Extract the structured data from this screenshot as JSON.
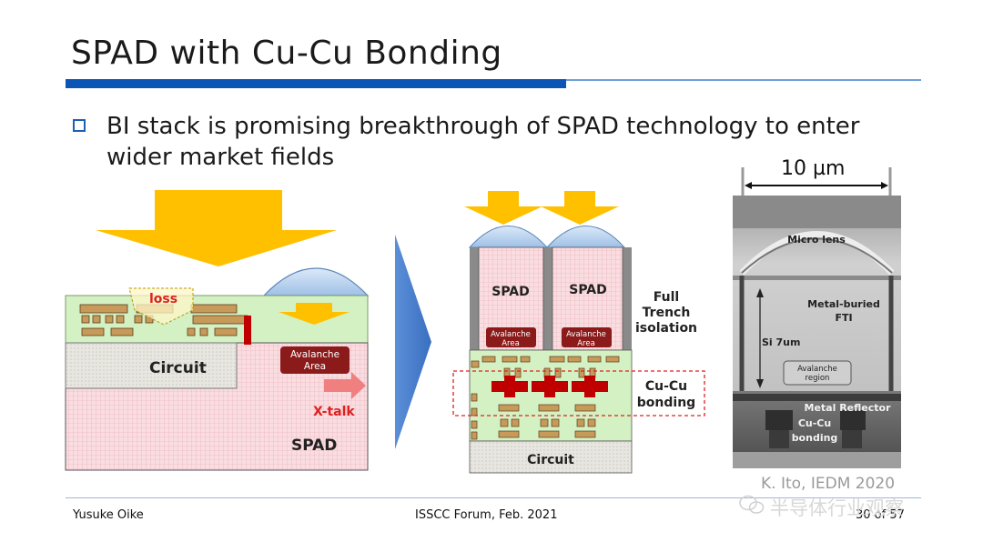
{
  "title": "SPAD with Cu-Cu Bonding",
  "bullet": "BI stack is promising breakthrough of SPAD technology to enter wider market fields",
  "left_diagram": {
    "loss_label": "loss",
    "avalanche_label": "Avalanche Area",
    "circuit_label": "Circuit",
    "xtalk_label": "X-talk",
    "spad_label": "SPAD"
  },
  "middle_diagram": {
    "spad_labels": [
      "SPAD",
      "SPAD"
    ],
    "avalanche_label": "Avalanche Area",
    "fti_label": "Full Trench isolation",
    "cucu_label": "Cu-Cu bonding",
    "circuit_label": "Circuit"
  },
  "photo": {
    "scale_label": "10 µm",
    "micro_lens": "Micro lens",
    "metal_buried_fti": "Metal-buried FTI",
    "si_thickness": "Si 7um",
    "avalanche_region": "Avalanche region",
    "metal_reflector": "Metal Reflector",
    "cucu_bonding": "Cu-Cu bonding"
  },
  "citation": "K. Ito, IEDM 2020",
  "footer": {
    "presenter": "Yusuke Oike",
    "event": "ISSCC Forum, Feb. 2021",
    "page": "30 of 57"
  },
  "watermark": "半导体行业观察",
  "colors": {
    "accent_blue": "#0b55b5",
    "arrow_yellow": "#ffc000",
    "spad_pink": "#f7d7dc",
    "light_green": "#d4f1c3",
    "avalanche_red": "#8b1a1a",
    "cu_red": "#c00000"
  }
}
